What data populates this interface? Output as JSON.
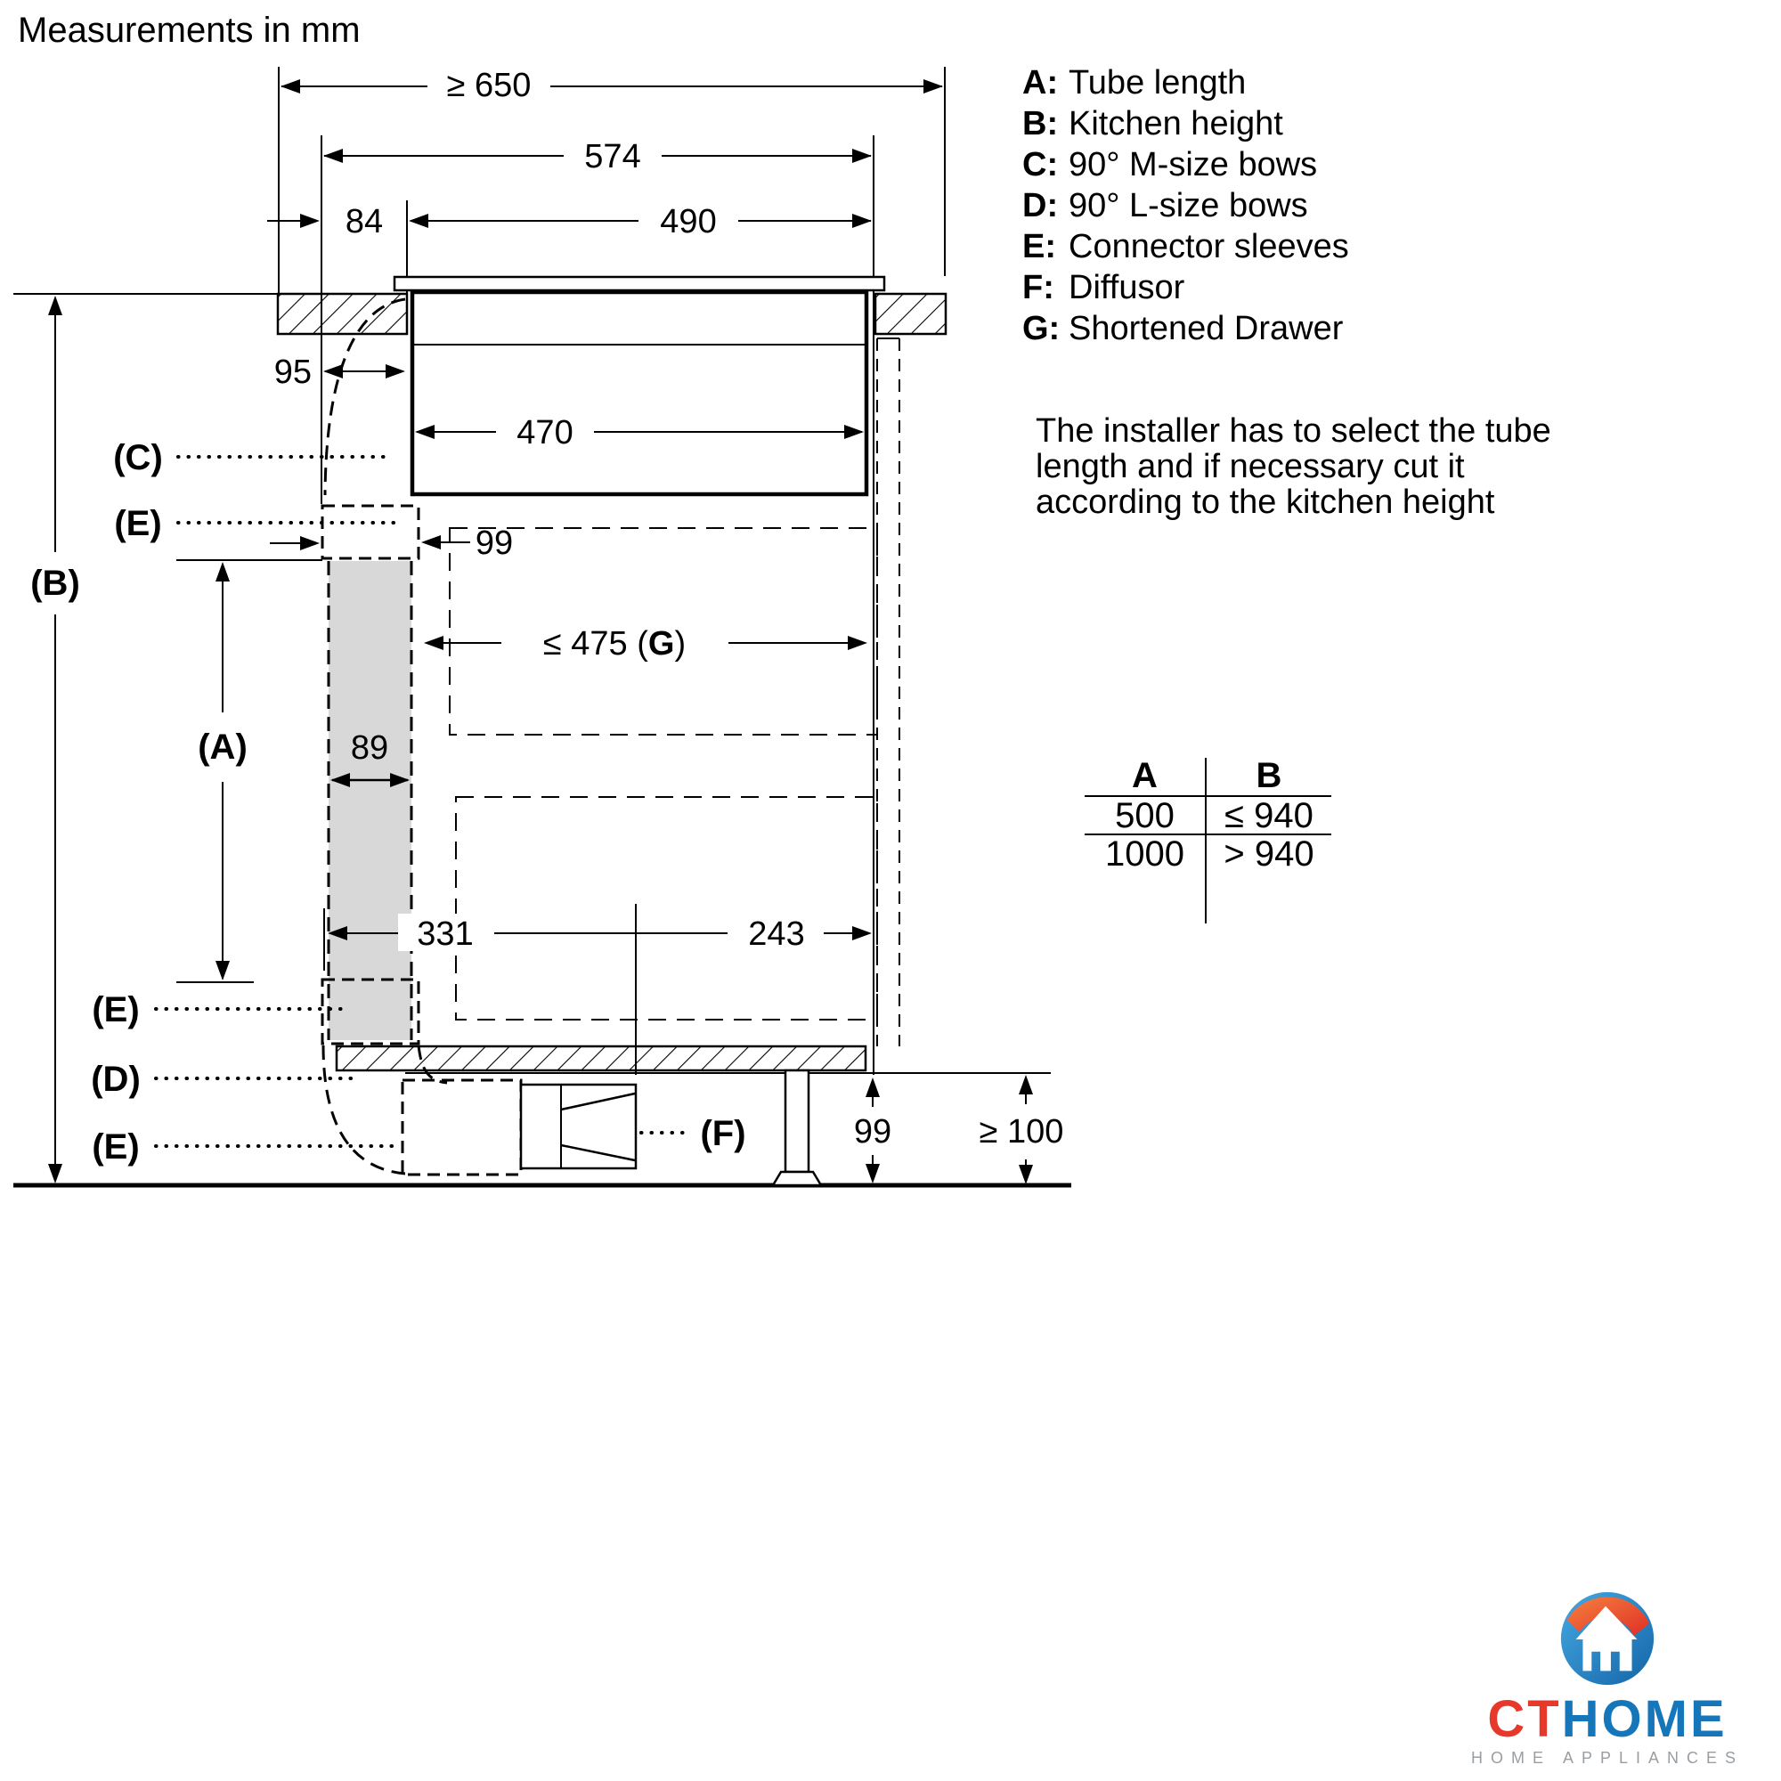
{
  "title": "Measurements in mm",
  "legend": {
    "items": [
      {
        "key": "A:",
        "label": "Tube length"
      },
      {
        "key": "B:",
        "label": "Kitchen height"
      },
      {
        "key": "C:",
        "label": "90° M-size bows"
      },
      {
        "key": "D:",
        "label": "90° L-size bows"
      },
      {
        "key": "E:",
        "label": "Connector sleeves"
      },
      {
        "key": "F:",
        "label": "Diffusor"
      },
      {
        "key": "G:",
        "label": "Shortened Drawer"
      }
    ]
  },
  "note": {
    "lines": [
      "The installer has to select the tube",
      "length and if necessary cut it",
      "according to the kitchen height"
    ]
  },
  "table": {
    "col_a": "A",
    "col_b": "B",
    "rows": [
      [
        "500",
        "≤ 940"
      ],
      [
        "1000",
        "> 940"
      ]
    ]
  },
  "dims": {
    "overall_depth": "≥ 650",
    "appliance_width": "574",
    "left_offset": "84",
    "cutout_width": "490",
    "duct_depth": "95",
    "hob_body_width": "470",
    "sleeve_width": "99",
    "drawer_prefix": "≤ 475 (",
    "drawer_letter": "G",
    "drawer_suffix": ")",
    "tube_width": "89",
    "tube_length": "(A)",
    "kitchen_height": "(B)",
    "center_to_tube": "331",
    "center_to_back": "243",
    "diffusor_height": "99",
    "floor_clearance": "≥ 100"
  },
  "part_labels": {
    "bow_m": "(C)",
    "sleeve_top": "(E)",
    "sleeve_mid": "(E)",
    "bow_l": "(D)",
    "sleeve_bottom": "(E)",
    "diffusor": "(F)"
  },
  "logo": {
    "brand_red": "CT",
    "brand_blue": "HOME",
    "tagline": "HOME APPLIANCES",
    "colors": {
      "red": "#e6392b",
      "blue": "#1576ba",
      "orange": "#f6813e",
      "deep_red": "#df2f26",
      "light_blue": "#45a9e2",
      "deep_blue": "#1465a8",
      "gray": "#999ea3"
    }
  }
}
